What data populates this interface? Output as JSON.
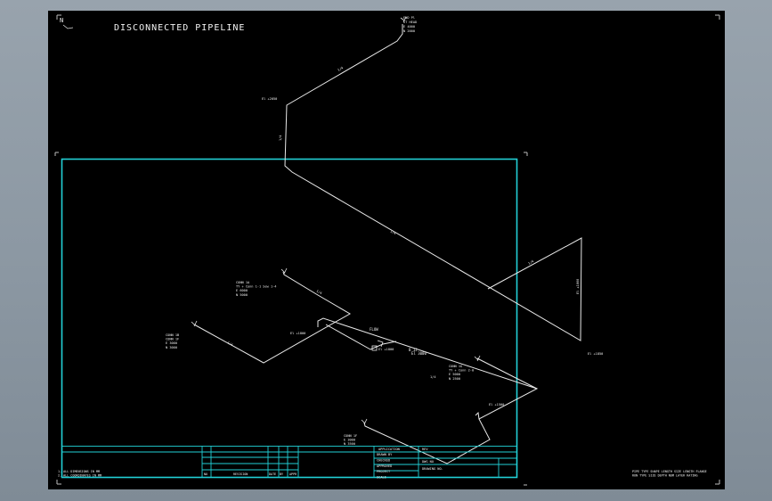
{
  "title": "DISCONNECTED PIPELINE",
  "colors": {
    "background": "#8b97a2",
    "paper": "#000000",
    "frame": "#22d0d6",
    "pipe": "#e8e8e8",
    "text": "#f2f2f2"
  },
  "north_marker": "N",
  "top_tag": [
    "END Pl",
    "ST HEAD",
    "E 4000",
    "N 2000"
  ],
  "pipe_labels": [
    "El +2050",
    "1/4",
    "1/4",
    "1/4",
    "1/4",
    "El +1800",
    "El +1850",
    "El +1800",
    "El +1500",
    "El +1800",
    "1/4",
    "1/4",
    "1/4"
  ],
  "tag_blocks": [
    [
      "CONN 1A",
      "TY + Conn 1-1 Sew 1-4",
      "E 6000",
      "N 5000"
    ],
    [
      "CONN 1B",
      "CONN 1F",
      "E 3000",
      "N 3000"
    ],
    [
      "CONN 1G",
      "TY + Conn 2-0",
      "E 5000",
      "N 2500"
    ],
    [
      "CONN 1F",
      "E 3000",
      "N 3500"
    ]
  ],
  "small_notes": [
    "FLOW",
    "B 12",
    "El 3000"
  ],
  "bottom_left_notes": [
    "1. ALL DIMENSIONS IN MM",
    "2. ALL COORDINATES IN MM"
  ],
  "bottom_right_notes": [
    "PIPE  TYPE  SHAPE  LENGTH  SIZE  LENGTH  FLANGE",
    "RUN   TYPE  SIZE   DEPTH  NOM   LAYER  RATING"
  ],
  "title_block": {
    "rows": [
      "DRAWN BY",
      "CHECKED",
      "APPROVED",
      "PROJECT",
      "SCALE"
    ],
    "top_label": "APPLICATION",
    "rev_label": "REV",
    "dwg_label": "DWG NO",
    "sheet_label": "DRAWING NO.",
    "rev_col": [
      "NO",
      "REVISION",
      "DATE",
      "BY",
      "APPR"
    ]
  }
}
